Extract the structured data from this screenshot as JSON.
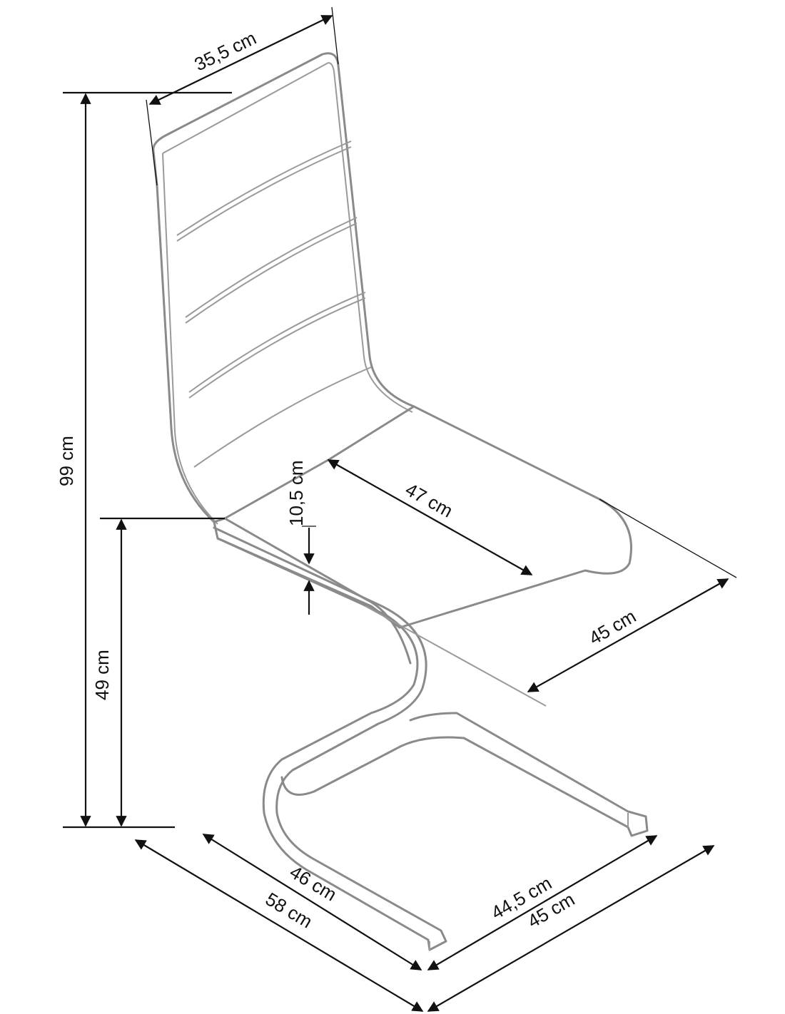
{
  "title": "Chair dimensions",
  "dimensions": {
    "backrest_width": "35,5 cm",
    "total_height": "99 cm",
    "seat_height": "49 cm",
    "seat_thickness": "10,5 cm",
    "seat_depth": "47 cm",
    "seat_width": "45 cm",
    "base_depth_inner": "46 cm",
    "total_depth": "58 cm",
    "base_width_inner": "44,5 cm",
    "total_width": "45 cm"
  },
  "colors": {
    "outline": "#8a8a8a",
    "dimension": "#111111"
  }
}
